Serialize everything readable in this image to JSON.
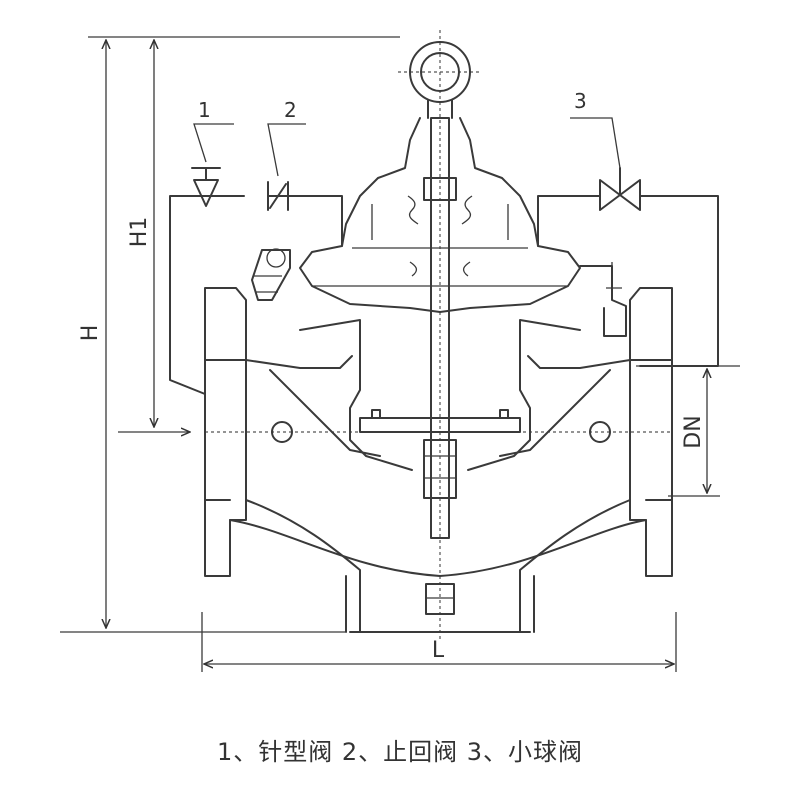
{
  "dimensions": {
    "height": "H",
    "height_partial": "H1",
    "length": "L",
    "nominal_diameter": "DN"
  },
  "callouts": [
    {
      "number": "1",
      "icon": "needle-valve-icon"
    },
    {
      "number": "2",
      "icon": "check-valve-icon"
    },
    {
      "number": "3",
      "icon": "ball-valve-icon"
    }
  ],
  "caption": "1、针型阀 2、止回阀 3、小球阀"
}
